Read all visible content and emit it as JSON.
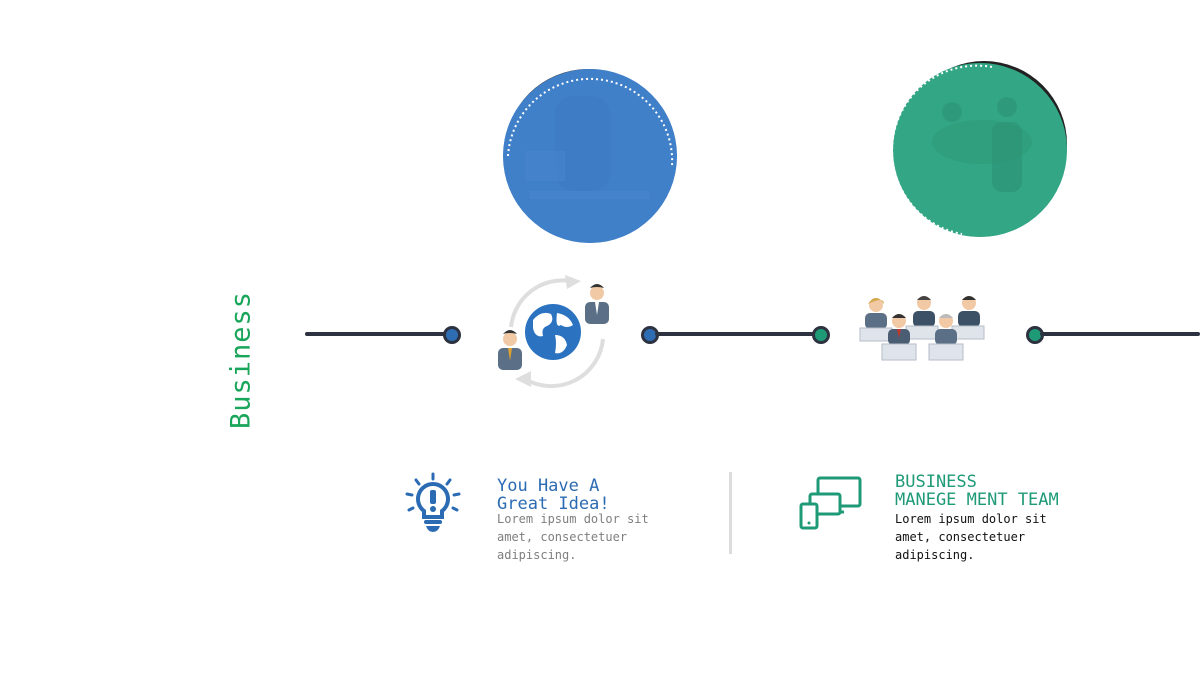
{
  "slide": {
    "vertical_title": "Business",
    "colors": {
      "blue": "#2f74bf",
      "green": "#1f9a77",
      "title_green": "#1aa65a",
      "timeline": "#2c3240",
      "muted_text": "#7f7f7f"
    }
  },
  "timeline": {
    "photos": [
      {
        "icon": "office-meeting-photo",
        "tint": "#3d7fc9"
      },
      {
        "icon": "team-discussion-photo",
        "tint": "#2fa584"
      }
    ],
    "icons": [
      {
        "icon": "global-network-icon"
      },
      {
        "icon": "call-center-team-icon"
      }
    ]
  },
  "cards": [
    {
      "icon": "lightbulb-icon",
      "title_line1": "You Have A",
      "title_line2": "Great Idea!",
      "body_line1": "Lorem ipsum dolor sit",
      "body_line2": "amet, consectetuer",
      "body_line3": "adipiscing.",
      "title_color": "#2b6bb3",
      "body_color": "#7f7f7f"
    },
    {
      "icon": "multi-device-icon",
      "title_line1": "BUSINESS",
      "title_line2": "MANEGE MENT TEAM",
      "body_line1": "Lorem ipsum dolor sit",
      "body_line2": "amet, consectetuer",
      "body_line3": "adipiscing.",
      "title_color": "#1f9a77",
      "body_color": "#111111"
    }
  ]
}
